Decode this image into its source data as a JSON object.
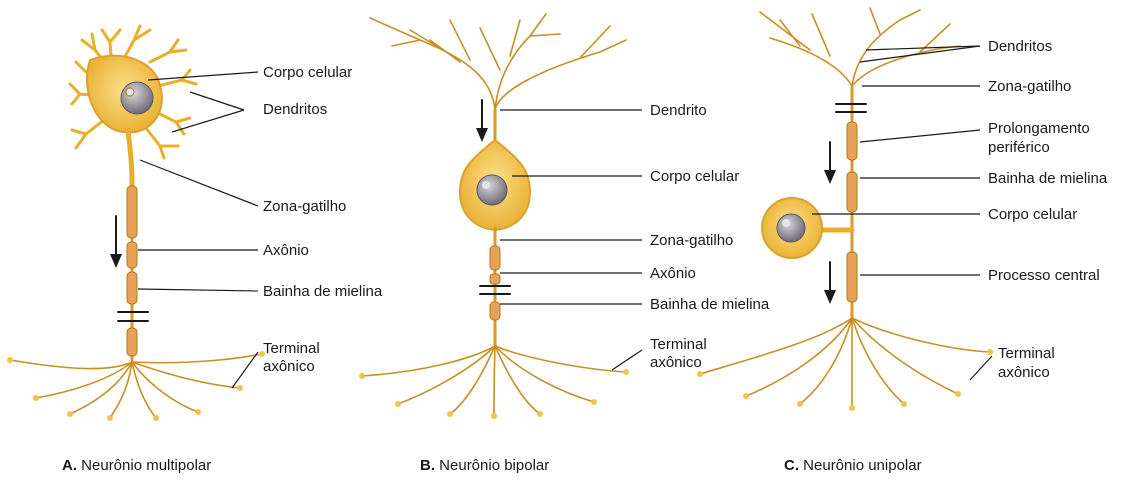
{
  "panels": {
    "a": {
      "caption_letter": "A.",
      "caption_text": "Neurônio multipolar",
      "labels": {
        "corpo": "Corpo celular",
        "dendritos": "Dendritos",
        "zona": "Zona-gatilho",
        "axonio": "Axônio",
        "bainha": "Bainha de mielina",
        "terminal_1": "Terminal",
        "terminal_2": "axônico"
      }
    },
    "b": {
      "caption_letter": "B.",
      "caption_text": "Neurônio bipolar",
      "labels": {
        "dendrito": "Dendrito",
        "corpo": "Corpo celular",
        "zona": "Zona-gatilho",
        "axonio": "Axônio",
        "bainha": "Bainha de mielina",
        "terminal_1": "Terminal",
        "terminal_2": "axônico"
      }
    },
    "c": {
      "caption_letter": "C.",
      "caption_text": "Neurônio unipolar",
      "labels": {
        "dendritos": "Dendritos",
        "zona": "Zona-gatilho",
        "prolong_1": "Prolongamento",
        "prolong_2": "periférico",
        "bainha": "Bainha de mielina",
        "corpo": "Corpo celular",
        "processo": "Processo central",
        "terminal_1": "Terminal",
        "terminal_2": "axônico"
      }
    }
  },
  "colors": {
    "neuron_fill": "#f2c24a",
    "neuron_stroke": "#b07a18",
    "myelin_fill": "#e7a25a",
    "nucleus": "#8a8790",
    "leader_line": "#1a1a1a"
  }
}
